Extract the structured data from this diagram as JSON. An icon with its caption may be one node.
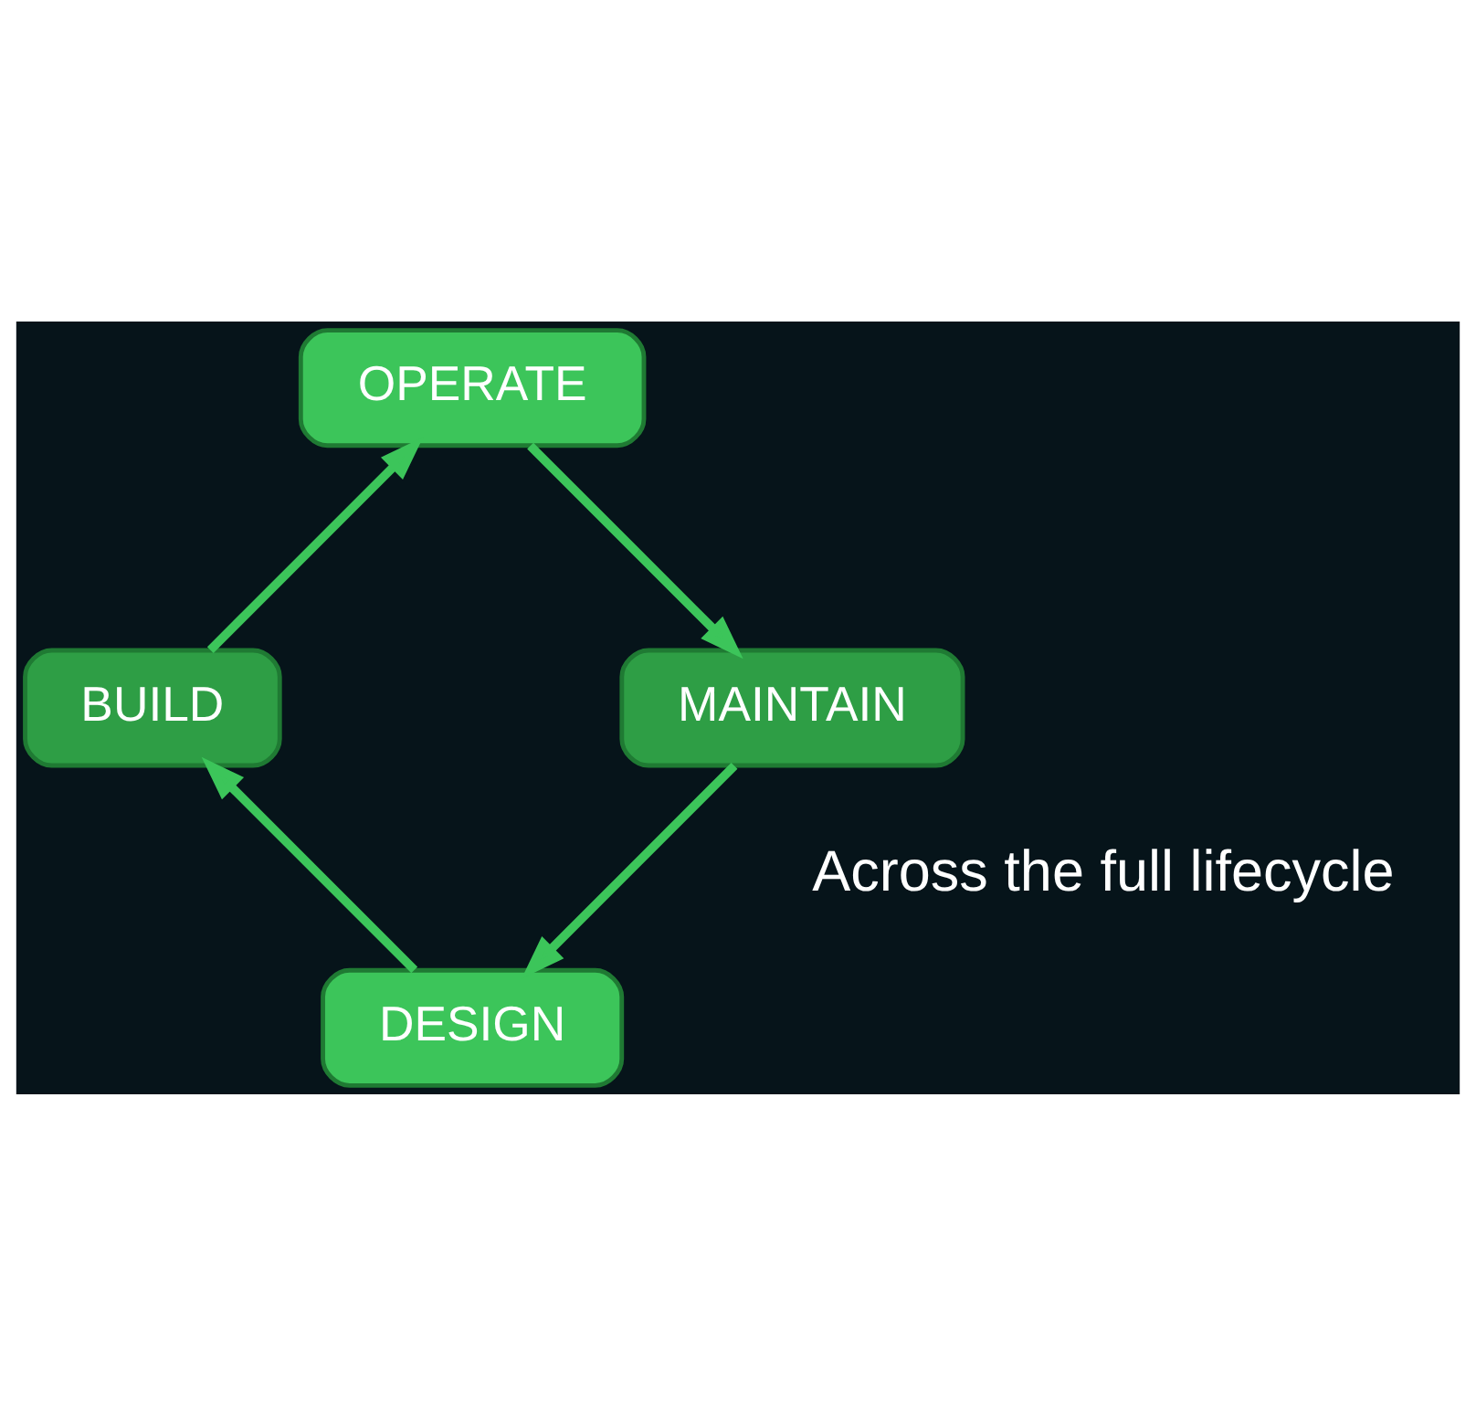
{
  "diagram": {
    "nodes": [
      {
        "text": [
          "DESIGN"
        ]
      },
      {
        "text": [
          "BUILD"
        ]
      },
      {
        "text": [
          "OPERATE"
        ]
      },
      {
        "text": [
          "MAINTAIN"
        ]
      }
    ],
    "edges": [
      {
        "from": 0,
        "to": 1,
        "arrow": "to"
      },
      {
        "from": 1,
        "to": 2,
        "arrow": "to"
      },
      {
        "from": 2,
        "to": 3,
        "arrow": "to"
      },
      {
        "from": 3,
        "to": 0,
        "arrow": "to"
      }
    ],
    "labels": [
      "Across the full lifecycle"
    ]
  }
}
